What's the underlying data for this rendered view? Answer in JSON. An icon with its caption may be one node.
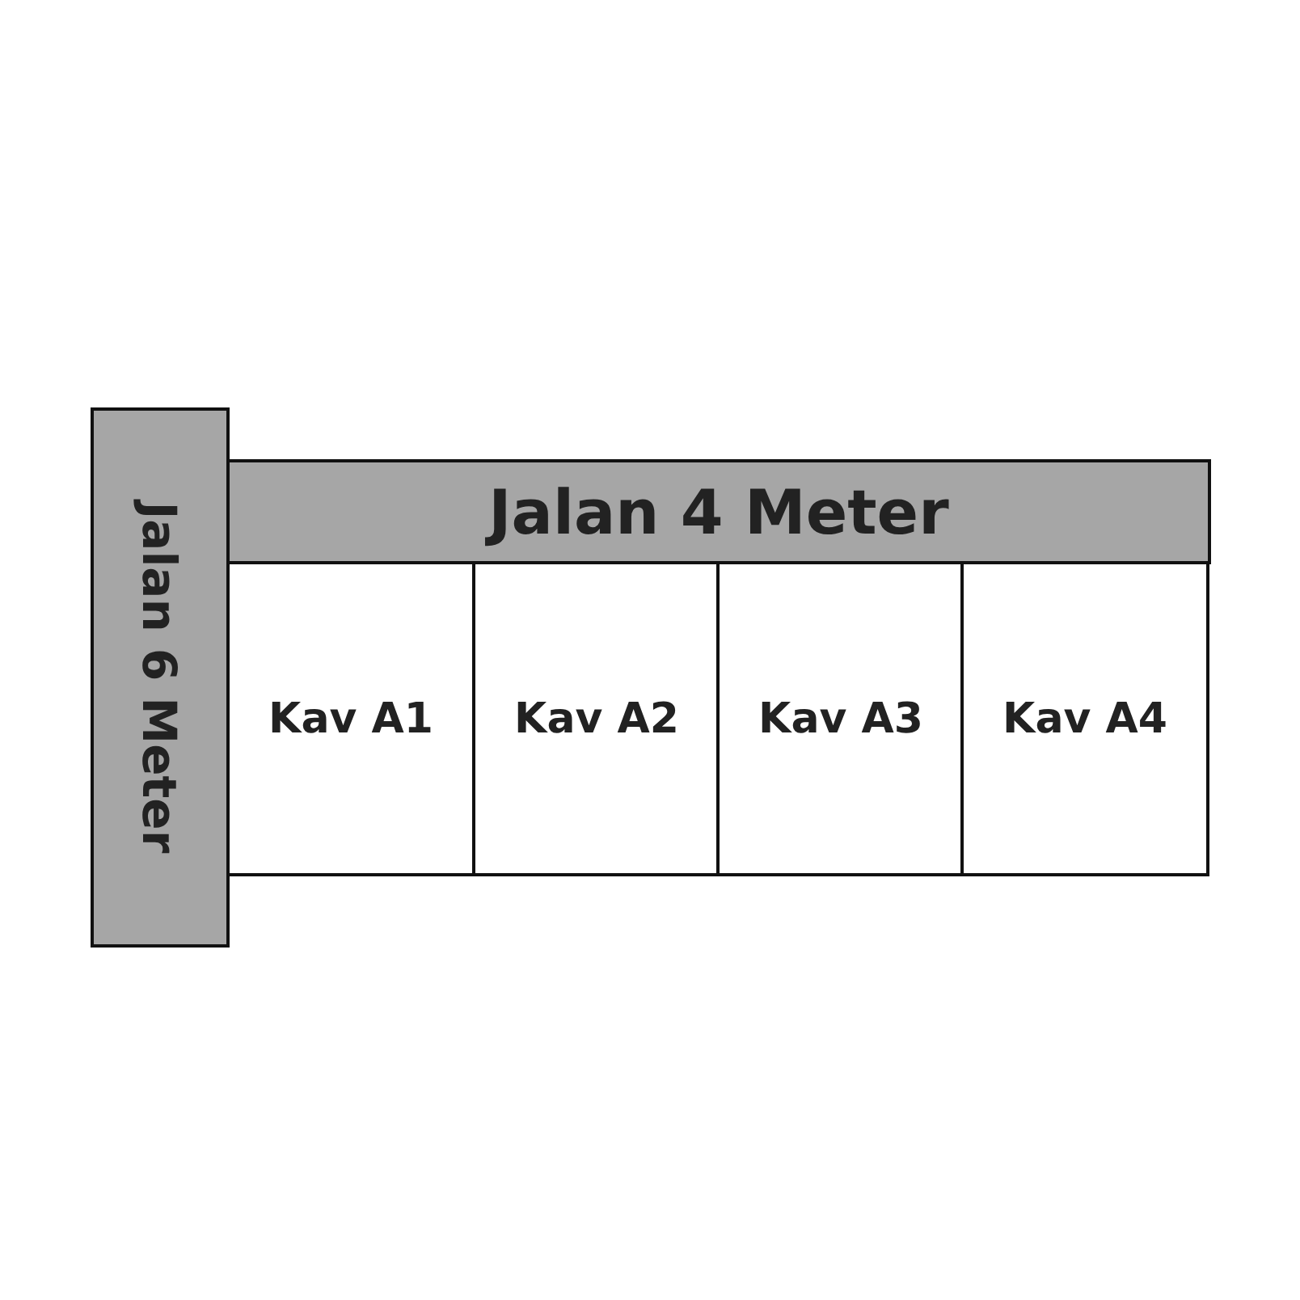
{
  "diagram": {
    "nodes": [
      {
        "text": [
          "Jalan 6 Meter"
        ]
      },
      {
        "text": [
          "Jalan 4 Meter"
        ]
      },
      {
        "text": [
          "Kav A1"
        ]
      },
      {
        "text": [
          "Kav A2"
        ]
      },
      {
        "text": [
          "Kav A3"
        ]
      },
      {
        "text": [
          "Kav A4"
        ]
      }
    ]
  }
}
